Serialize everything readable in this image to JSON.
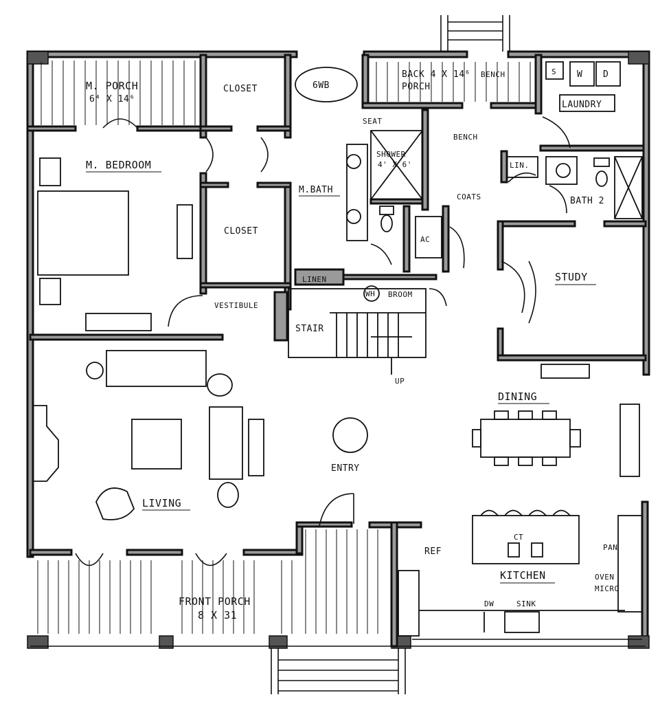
{
  "rooms": {
    "m_porch": "M. PORCH",
    "m_porch_size": "6⁴ X 14⁶",
    "closet_top": "CLOSET",
    "gwb": "6WB",
    "back_porch": "BACK 4 X 14⁶",
    "back_porch_2": "PORCH",
    "bench_top": "BENCH",
    "laundry": "LAUNDRY",
    "laundry_s": "S",
    "laundry_w": "W",
    "laundry_d": "D",
    "seat": "SEAT",
    "bench_mid": "BENCH",
    "shower": "SHOWER",
    "shower_size": "4' X 6'",
    "m_bedroom": "M. BEDROOM",
    "m_bath": "M.BATH",
    "lin": "LIN.",
    "coats": "COATS",
    "bath2": "BATH 2",
    "closet_mid": "CLOSET",
    "ac": "AC",
    "linen": "LINEN",
    "wh": "WH",
    "broom": "BROOM",
    "study": "STUDY",
    "vestibule": "VESTIBULE",
    "stair": "STAIR",
    "up": "UP",
    "dining": "DINING",
    "entry": "ENTRY",
    "living": "LIVING",
    "ref": "REF",
    "ct": "CT",
    "pan": "PAN",
    "oven": "OVEN",
    "micro": "MICRO",
    "kitchen": "KITCHEN",
    "front_porch": "FRONT PORCH",
    "front_porch_size": "8 X 31",
    "dw": "DW",
    "sink": "SINK"
  }
}
